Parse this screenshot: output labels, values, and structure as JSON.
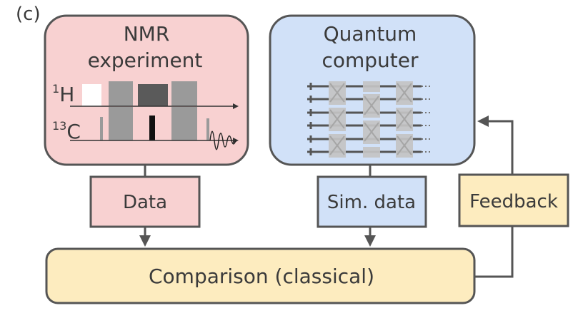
{
  "panel_label": "(c)",
  "nmr_box": {
    "title_line1": "NMR",
    "title_line2": "experiment",
    "channel_1": {
      "superscript": "1",
      "symbol": "H"
    },
    "channel_2": {
      "superscript": "13",
      "symbol": "C"
    }
  },
  "quantum_box": {
    "title_line1": "Quantum",
    "title_line2": "computer"
  },
  "data_box": {
    "label": "Data"
  },
  "sim_data_box": {
    "label": "Sim. data"
  },
  "feedback_box": {
    "label": "Feedback"
  },
  "comparison_box": {
    "label": "Comparison (classical)"
  },
  "colors": {
    "nmr_fill": "#f8d1d1",
    "quantum_fill": "#d1e1f8",
    "classical_fill": "#fdecbf",
    "border": "#555555",
    "pulse": "#9a9a9a",
    "gate": "#c4c4c4"
  }
}
